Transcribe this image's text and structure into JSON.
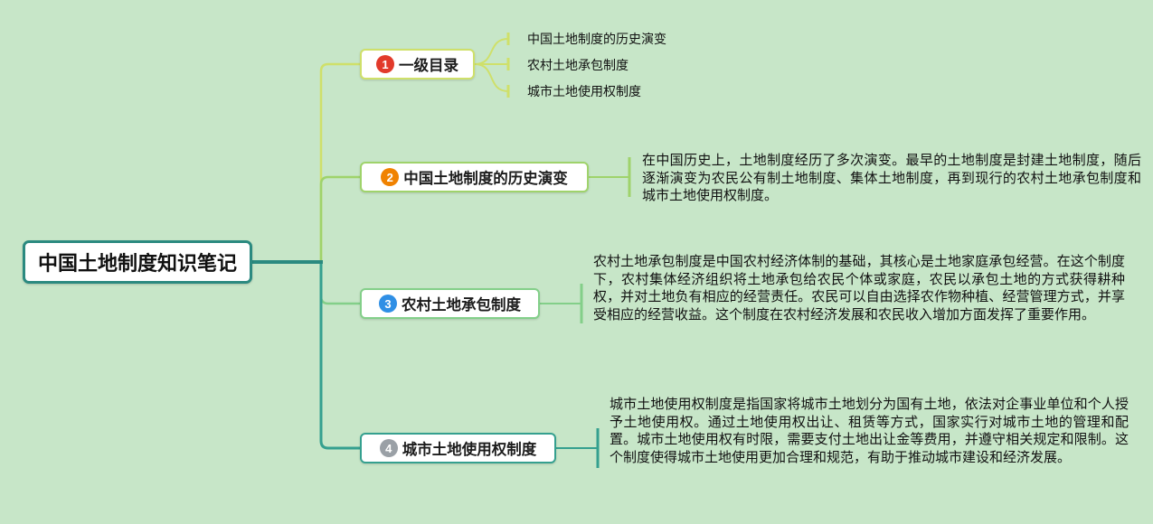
{
  "canvas": {
    "bg_color": "#c7e6c8"
  },
  "root": {
    "label": "中国土地制度知识笔记",
    "color": "#2b8a80"
  },
  "branches": [
    {
      "num": "1",
      "num_color": "#e23a2b",
      "color": "#cfe06a",
      "label": "一级目录",
      "children": [
        "中国土地制度的历史演变",
        "农村土地承包制度",
        "城市土地使用权制度"
      ]
    },
    {
      "num": "2",
      "num_color": "#f08200",
      "color": "#9fd36b",
      "label": "中国土地制度的历史演变",
      "note": "在中国历史上，土地制度经历了多次演变。最早的土地制度是封建土地制度，随后逐渐演变为农民公有制土地制度、集体土地制度，再到现行的农村土地承包制度和城市土地使用权制度。"
    },
    {
      "num": "3",
      "num_color": "#2f8fe5",
      "color": "#83cf89",
      "label": "农村土地承包制度",
      "note": "农村土地承包制度是中国农村经济体制的基础，其核心是土地家庭承包经营。在这个制度下，农村集体经济组织将土地承包给农民个体或家庭，农民以承包土地的方式获得耕种权，并对土地负有相应的经营责任。农民可以自由选择农作物种植、经营管理方式，并享受相应的经营收益。这个制度在农村经济发展和农民收入增加方面发挥了重要作用。"
    },
    {
      "num": "4",
      "num_color": "#9aa0a6",
      "color": "#35a08f",
      "label": "城市土地使用权制度",
      "note": "城市土地使用权制度是指国家将城市土地划分为国有土地，依法对企事业单位和个人授予土地使用权。通过土地使用权出让、租赁等方式，国家实行对城市土地的管理和配置。城市土地使用权有时限，需要支付土地出让金等费用，并遵守相关规定和限制。这个制度使得城市土地使用更加合理和规范，有助于推动城市建设和经济发展。"
    }
  ]
}
